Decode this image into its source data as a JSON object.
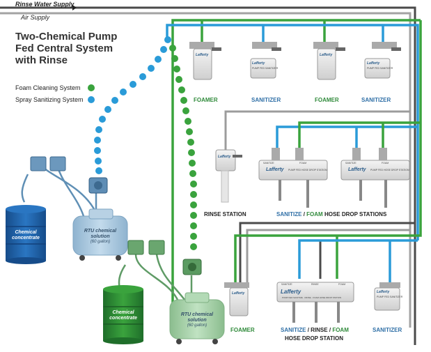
{
  "supplies": {
    "rinse_water": "Rinse Water Supply",
    "air": "Air Supply"
  },
  "title": "Two-Chemical Pump Fed Central System with Rinse",
  "legend": [
    {
      "label": "Foam Cleaning System",
      "color": "#3aa33d"
    },
    {
      "label": "Spray Sanitizing System",
      "color": "#2a9bd8"
    }
  ],
  "colors": {
    "foam_pipe": "#3aa33d",
    "sanitize_pipe": "#2a9bd8",
    "air_pipe": "#9a9a9a",
    "water_pipe": "#4a4a4a",
    "blue_drum": "#1d5fa8",
    "green_drum": "#2f8f3a",
    "blue_tank": "#a9c8df",
    "green_tank": "#a6cfa9"
  },
  "station_labels": {
    "row1": [
      {
        "text": "FOAMER",
        "color": "green"
      },
      {
        "text": "SANITIZER",
        "color": "blue"
      },
      {
        "text": "FOAMER",
        "color": "green"
      },
      {
        "text": "SANITIZER",
        "color": "blue"
      }
    ],
    "rinse_station": "RINSE STATION",
    "row2": {
      "sanitize": "SANITIZE",
      "sep": "/",
      "foam": "FOAM",
      "rest": "HOSE DROP STATIONS"
    },
    "row3_foamer": "FOAMER",
    "row3_combo": {
      "sanitize": "SANITIZE",
      "sep1": "/",
      "rinse": "RINSE",
      "sep2": "/",
      "foam": "FOAM",
      "line2": "HOSE DROP STATION"
    },
    "row3_sanitizer": "SANITIZER"
  },
  "device_text": {
    "brand": "Lafferty",
    "small_unit": "PUMP FED SANITIZER",
    "hose_drop_header": [
      "SANITIZE",
      "FOAM"
    ],
    "hose_drop": "PUMP FED HOSE DROP STATION",
    "combo_header": [
      "SANITIZE",
      "RINSE",
      "FOAM"
    ],
    "combo": "PUMP FED SANITIZE · RINSE · FOAM HOSE DROP STATION"
  },
  "drums": [
    {
      "label": "Chemical concentrate",
      "color": "blue"
    },
    {
      "label": "Chemical concentrate",
      "color": "green"
    }
  ],
  "tanks": [
    {
      "label": "RTU chemical solution",
      "capacity": "(60 gallon)",
      "color": "blue"
    },
    {
      "label": "RTU chemical solution",
      "capacity": "(60 gallon)",
      "color": "green"
    }
  ]
}
